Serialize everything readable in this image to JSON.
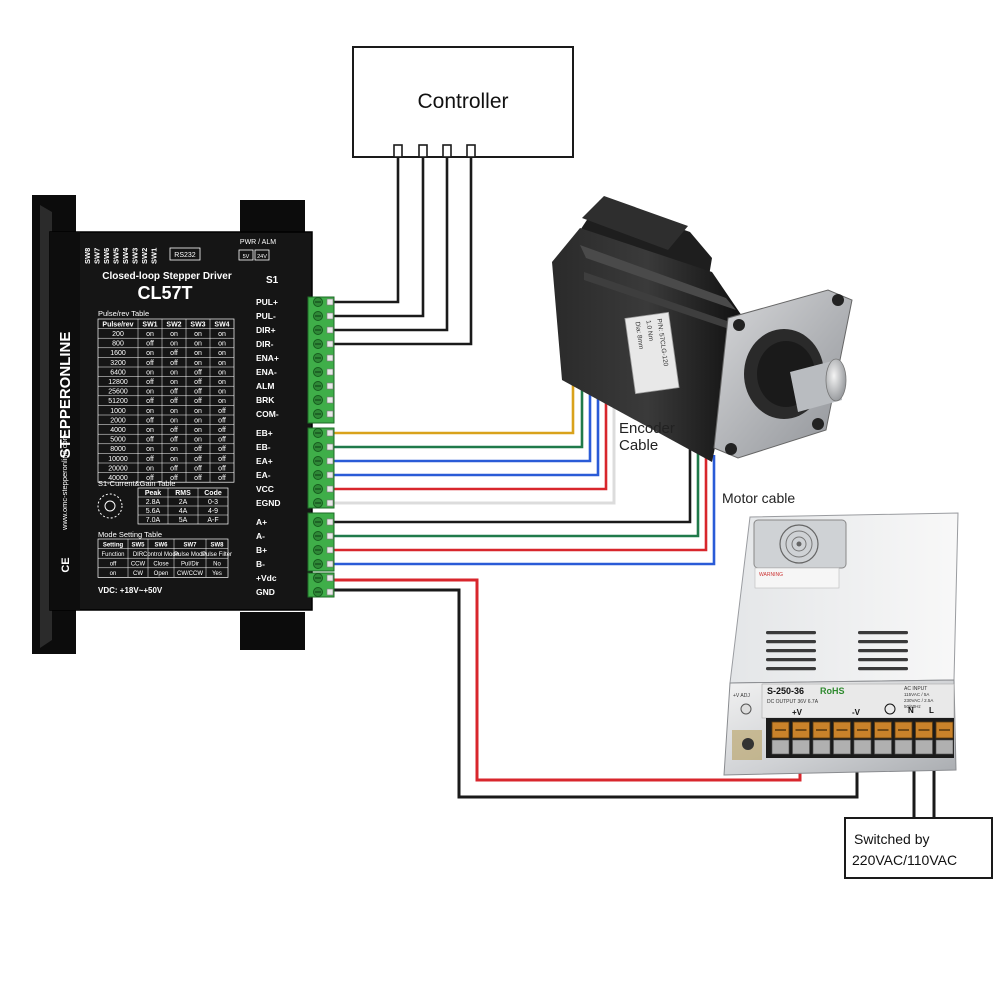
{
  "controller": {
    "label": "Controller"
  },
  "driver": {
    "brand": "STEPPERONLINE",
    "website": "www.omc-stepperonline.com",
    "ce_mark": "CE",
    "title": "Closed-loop Stepper Driver",
    "model": "CL57T",
    "sw_labels": [
      "SW8",
      "SW7",
      "SW6",
      "SW5",
      "SW4",
      "SW3",
      "SW2",
      "SW1"
    ],
    "rs232": "RS232",
    "pwr_alm": "PWR / ALM",
    "led_5v": "5V",
    "led_24v": "24V",
    "s1_label": "S1",
    "pulse_table_title": "Pulse/rev Table",
    "pulse_headers": [
      "Pulse/rev",
      "SW1",
      "SW2",
      "SW3",
      "SW4"
    ],
    "pulse_rows": [
      [
        "200",
        "on",
        "on",
        "on",
        "on"
      ],
      [
        "800",
        "off",
        "on",
        "on",
        "on"
      ],
      [
        "1600",
        "on",
        "off",
        "on",
        "on"
      ],
      [
        "3200",
        "off",
        "off",
        "on",
        "on"
      ],
      [
        "6400",
        "on",
        "on",
        "off",
        "on"
      ],
      [
        "12800",
        "off",
        "on",
        "off",
        "on"
      ],
      [
        "25600",
        "on",
        "off",
        "off",
        "on"
      ],
      [
        "51200",
        "off",
        "off",
        "off",
        "on"
      ],
      [
        "1000",
        "on",
        "on",
        "on",
        "off"
      ],
      [
        "2000",
        "off",
        "on",
        "on",
        "off"
      ],
      [
        "4000",
        "on",
        "off",
        "on",
        "off"
      ],
      [
        "5000",
        "off",
        "off",
        "on",
        "off"
      ],
      [
        "8000",
        "on",
        "on",
        "off",
        "off"
      ],
      [
        "10000",
        "off",
        "on",
        "off",
        "off"
      ],
      [
        "20000",
        "on",
        "off",
        "off",
        "off"
      ],
      [
        "40000",
        "off",
        "off",
        "off",
        "off"
      ]
    ],
    "current_table_title": "S1-Current&Gain Table",
    "current_headers": [
      "Peak",
      "RMS",
      "Code"
    ],
    "current_rows": [
      [
        "2.8A",
        "2A",
        "0-3"
      ],
      [
        "5.6A",
        "4A",
        "4-9"
      ],
      [
        "7.0A",
        "5A",
        "A-F"
      ]
    ],
    "mode_table_title": "Mode Setting Table",
    "mode_headers": [
      "Setting",
      "SW5",
      "SW6",
      "SW7",
      "SW8"
    ],
    "mode_rows": [
      [
        "Function",
        "DIR",
        "Control Mode",
        "Pulse Mode",
        "Pulse Filter"
      ],
      [
        "off",
        "CCW",
        "Close",
        "Pul/Dir",
        "No"
      ],
      [
        "on",
        "CW",
        "Open",
        "CW/CCW",
        "Yes"
      ]
    ],
    "vdc": "VDC: +18V~+50V",
    "terminals": [
      "PUL+",
      "PUL-",
      "DIR+",
      "DIR-",
      "ENA+",
      "ENA-",
      "ALM",
      "BRK",
      "COM-",
      "EB+",
      "EB-",
      "EA+",
      "EA-",
      "VCC",
      "EGND",
      "A+",
      "A-",
      "B+",
      "B-",
      "+Vdc",
      "GND"
    ]
  },
  "motor": {
    "label_lines": [
      "P/N: 57CLG-120",
      "1.0 Nm",
      "Dia: 8mm"
    ]
  },
  "labels": {
    "encoder_line1": "Encoder",
    "encoder_line2": "Cable",
    "motor_cable": "Motor cable"
  },
  "psu": {
    "model": "S-250-36",
    "rohs": "RoHS",
    "dc_output": "DC OUTPUT  36V  6.7A",
    "ac_input_title": "AC INPUT",
    "ac_input_1": "115VAC / 5A",
    "ac_input_2": "230VAC / 2.5A",
    "ac_input_3": "50/60Hz",
    "vadj": "+V ADJ",
    "plus_v": "+V",
    "minus_v": "-V",
    "n": "N",
    "l": "L",
    "warning": "WARNING"
  },
  "mains_box": {
    "line1": "Switched by",
    "line2": "220VAC/110VAC"
  },
  "colors": {
    "wire_black": "#1a1a1a",
    "wire_red": "#d8262c",
    "wire_green": "#1f7a4a",
    "wire_blue": "#2a5bd7",
    "wire_yellow": "#d9a21b",
    "wire_white": "#d9d9d9",
    "terminal_green": "#3fae49",
    "driver_body": "#151515"
  }
}
